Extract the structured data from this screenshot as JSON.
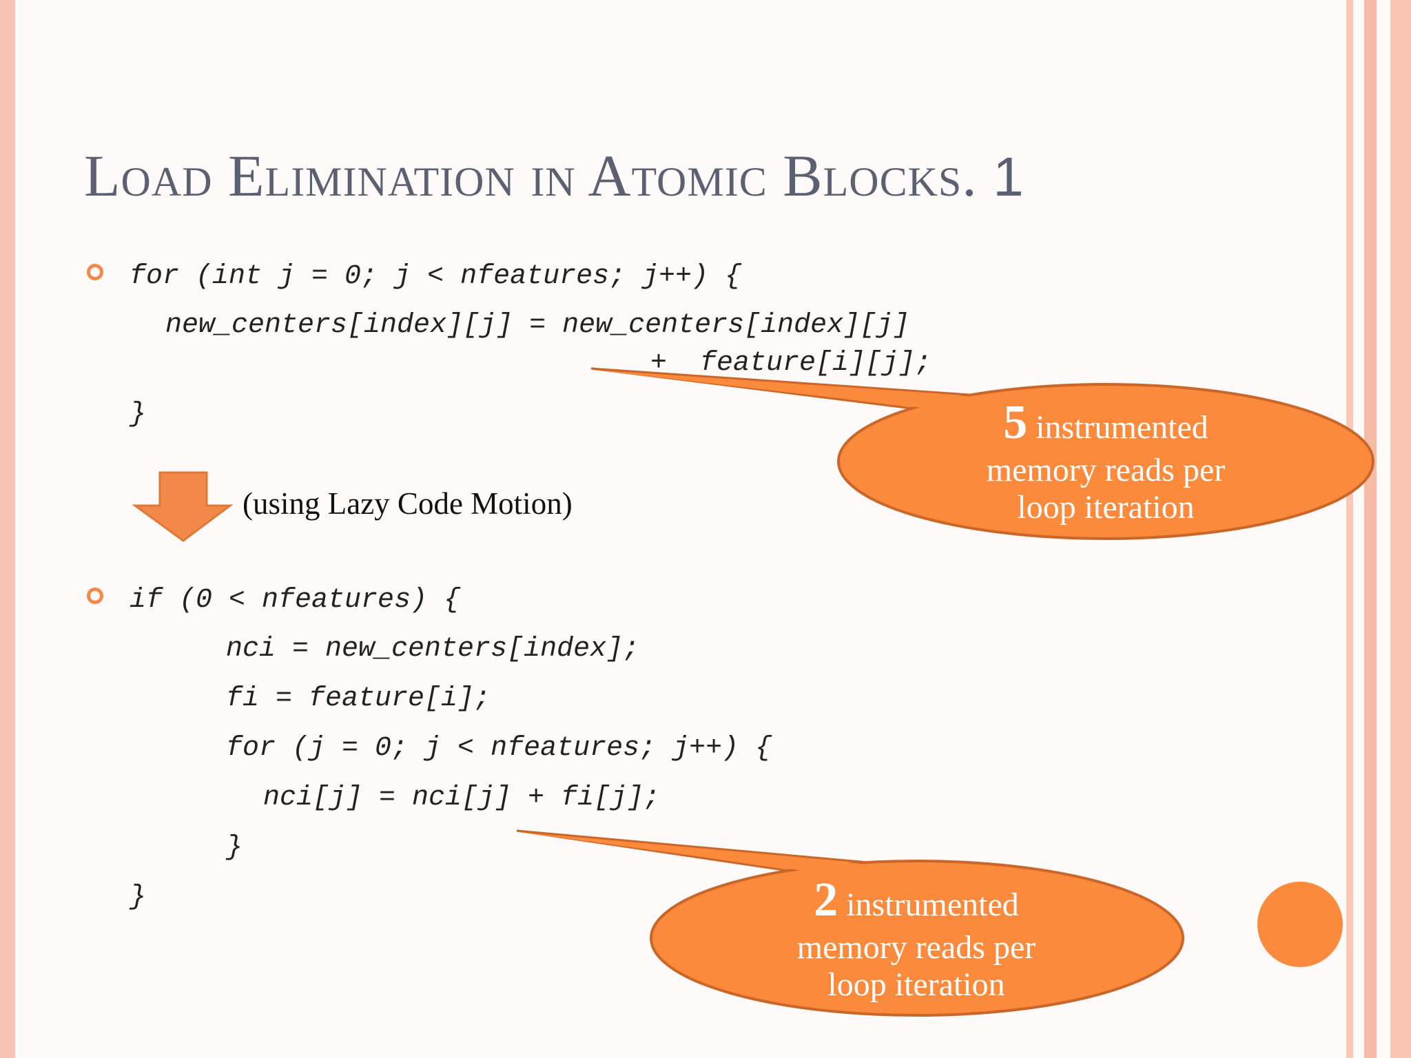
{
  "slide": {
    "title": "Load Elimination in Atomic Blocks.",
    "title_number": "1",
    "accent_color": "#f2884a",
    "callout_fill": "#fb8a3c",
    "callout_stroke": "#c96628"
  },
  "code_before": [
    "for (int j = 0; j < nfeatures; j++) {",
    "new_centers[index][j] = new_centers[index][j]",
    "+  feature[i][j];",
    "}"
  ],
  "transform_note": "(using Lazy Code Motion)",
  "code_after": [
    "if (0 < nfeatures) {",
    "nci = new_centers[index];",
    "fi = feature[i];",
    "for (j = 0; j < nfeatures; j++) {",
    "nci[j] = nci[j] + fi[j];",
    "}",
    "}"
  ],
  "callout_top": {
    "number": "5",
    "text1": " instrumented",
    "text2": "memory reads per",
    "text3": "loop iteration"
  },
  "callout_bottom": {
    "number": "2",
    "text1": " instrumented",
    "text2": "memory reads per",
    "text3": "loop iteration"
  }
}
